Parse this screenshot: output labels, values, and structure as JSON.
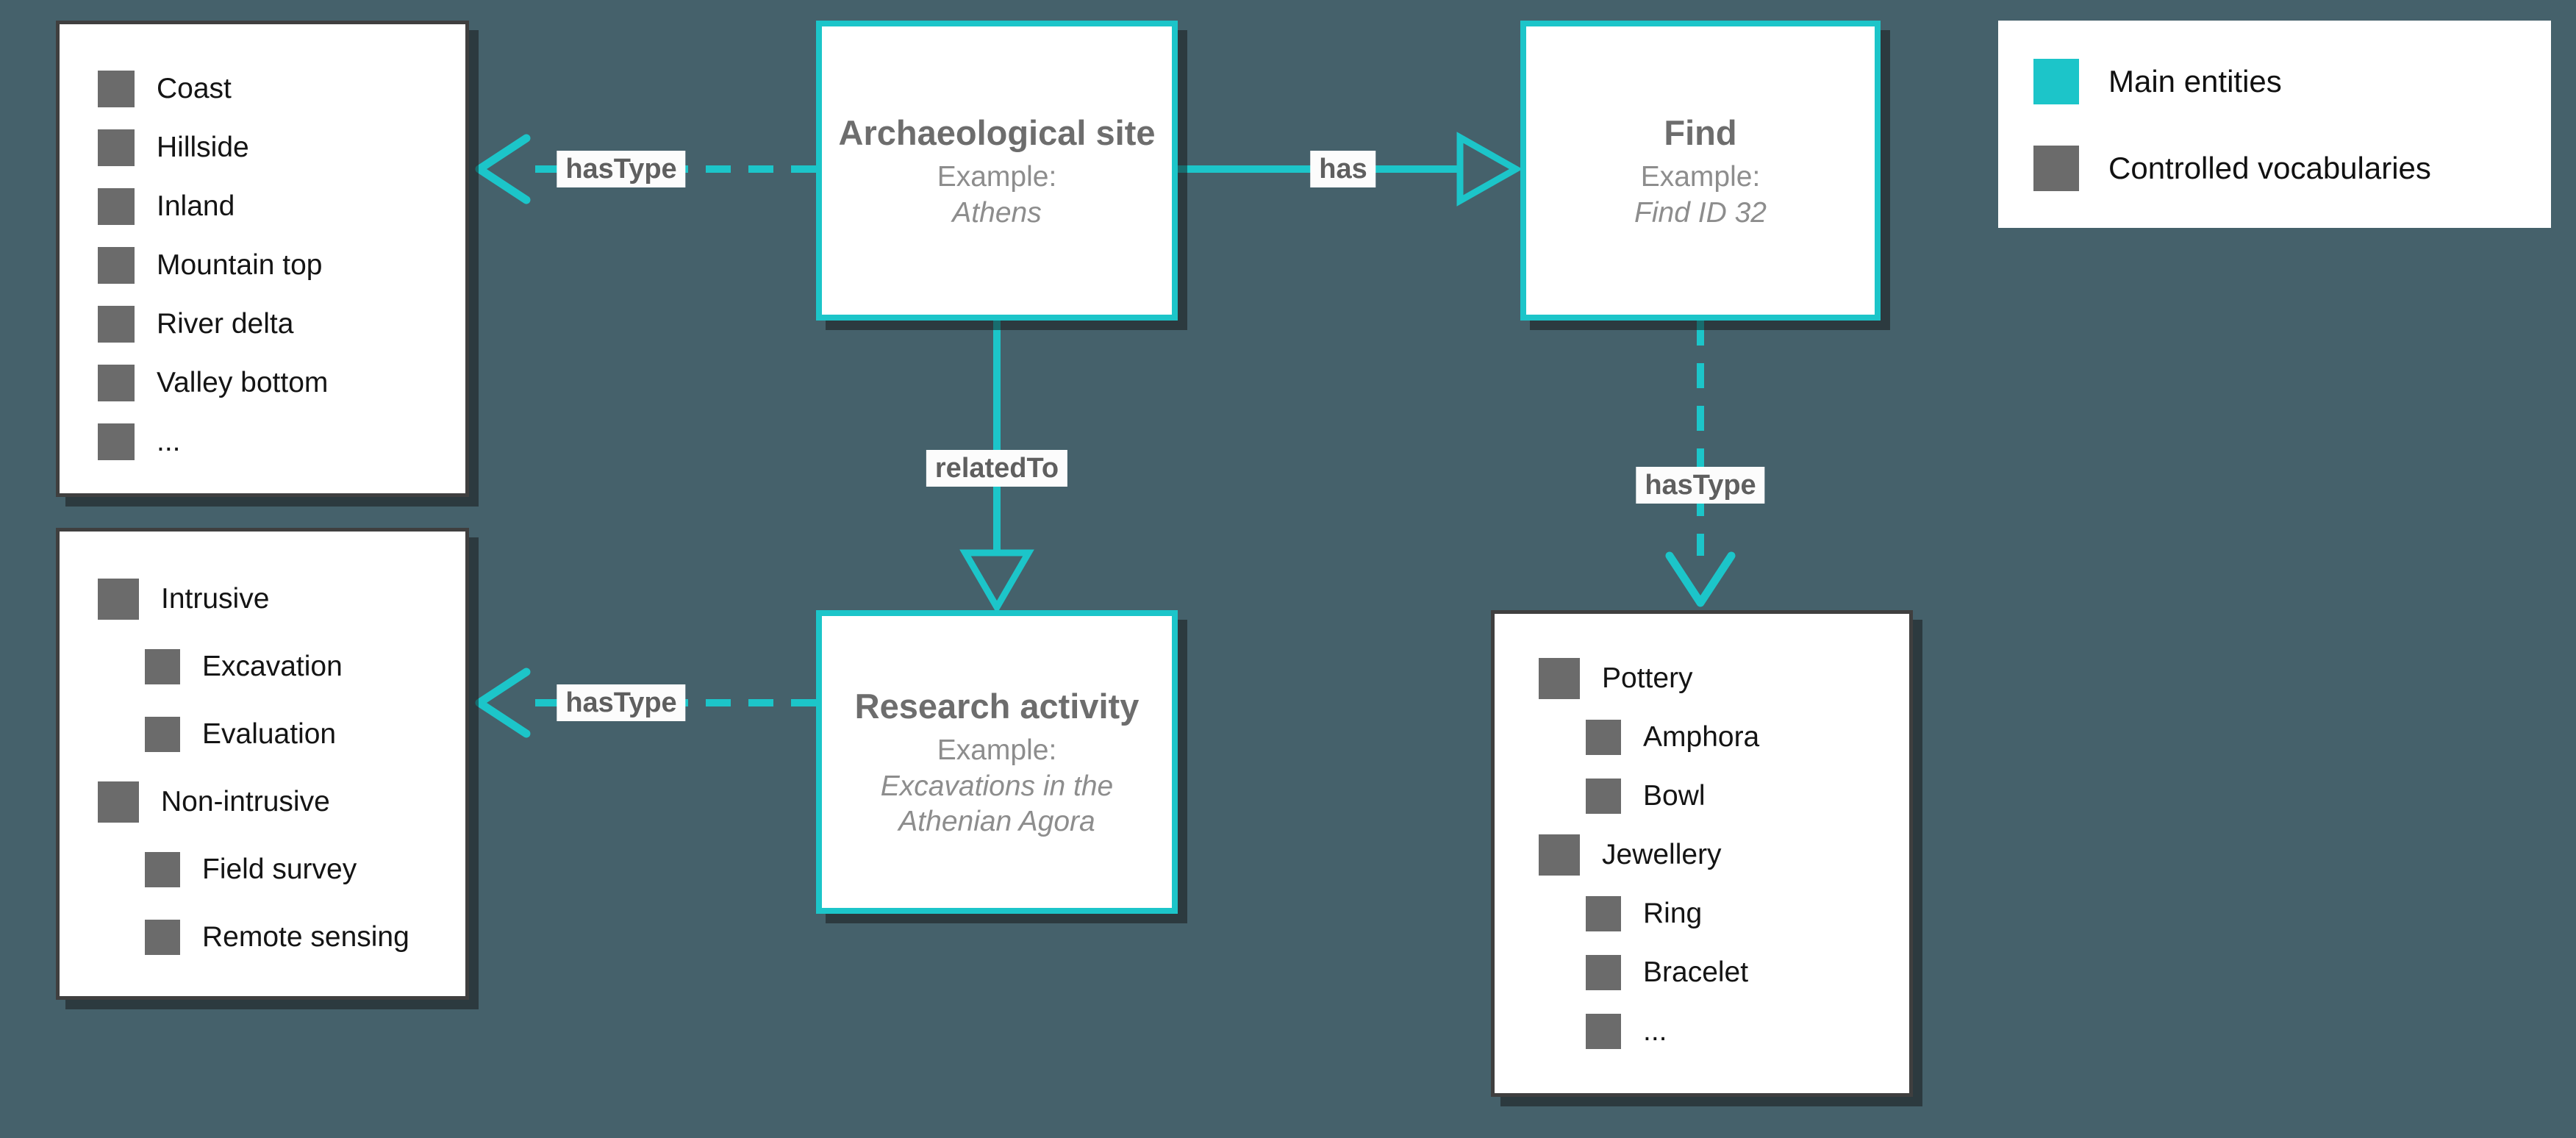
{
  "colors": {
    "background": "#45616b",
    "accent": "#1cc5c9",
    "vocab_square": "#6b6b6b"
  },
  "entities": {
    "site": {
      "title": "Archaeological site",
      "example_label": "Example:",
      "example": "Athens"
    },
    "find": {
      "title": "Find",
      "example_label": "Example:",
      "example": "Find ID 32"
    },
    "research": {
      "title": "Research activity",
      "example_label": "Example:",
      "example": "Excavations in the Athenian Agora"
    }
  },
  "relations": {
    "site_type_label": "hasType",
    "site_find_label": "has",
    "site_research_label": "relatedTo",
    "find_type_label": "hasType",
    "research_type_label": "hasType"
  },
  "vocabularies": {
    "site_types": {
      "items": [
        "Coast",
        "Hillside",
        "Inland",
        "Mountain top",
        "River delta",
        "Valley bottom",
        "..."
      ]
    },
    "research_types": {
      "items": [
        "Intrusive",
        "Excavation",
        "Evaluation",
        "Non-intrusive",
        "Field survey",
        "Remote sensing"
      ]
    },
    "find_types": {
      "items": [
        "Pottery",
        "Amphora",
        "Bowl",
        "Jewellery",
        "Ring",
        "Bracelet",
        "..."
      ]
    }
  },
  "legend": {
    "main_entities": "Main entities",
    "controlled_vocabularies": "Controlled vocabularies"
  }
}
